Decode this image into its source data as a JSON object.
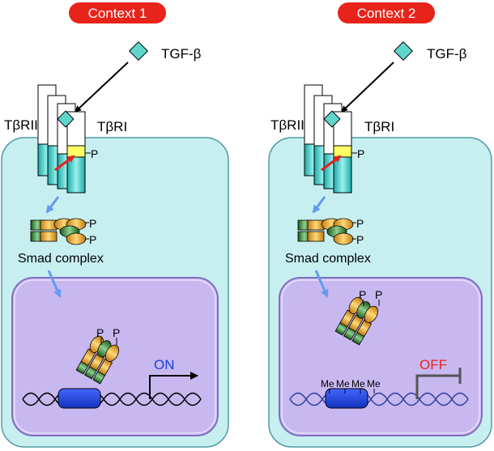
{
  "colors": {
    "pill": "#e8231a",
    "cell_fill": "#c8eff0",
    "cell_stroke": "#4f9aa3",
    "nucleus_fill": "#c8b8f0",
    "nucleus_stroke": "#7f6fc0",
    "ligand": "#5fd6cc",
    "receptor_teal": "#2fbfbf",
    "kinase_yellow": "#ffff66",
    "smad_orange": "#f0b030",
    "smad_green": "#2a7a2a",
    "dna": "#000000",
    "tf_blue": "#2244dd",
    "on_arrow": "#1a3fd0",
    "off_text": "#e8231a",
    "flow_arrow": "#6699ee",
    "activation_arrow": "#e82020"
  },
  "panels": [
    {
      "context_label": "Context 1",
      "ligand_label": "TGF-β",
      "receptor_ii_label": "TβRII",
      "receptor_i_label": "TβRI",
      "phospho_label": "P",
      "complex_label": "Smad complex",
      "complex_phospho": [
        "P",
        "P"
      ],
      "nuclear_phospho": [
        "P",
        "P"
      ],
      "state_label": "ON",
      "methyl_labels": []
    },
    {
      "context_label": "Context 2",
      "ligand_label": "TGF-β",
      "receptor_ii_label": "TβRII",
      "receptor_i_label": "TβRI",
      "phospho_label": "P",
      "complex_label": "Smad complex",
      "complex_phospho": [
        "P",
        "P"
      ],
      "nuclear_phospho": [
        "P",
        "P"
      ],
      "state_label": "OFF",
      "methyl_labels": [
        "Me",
        "Me",
        "Me",
        "Me"
      ]
    }
  ]
}
